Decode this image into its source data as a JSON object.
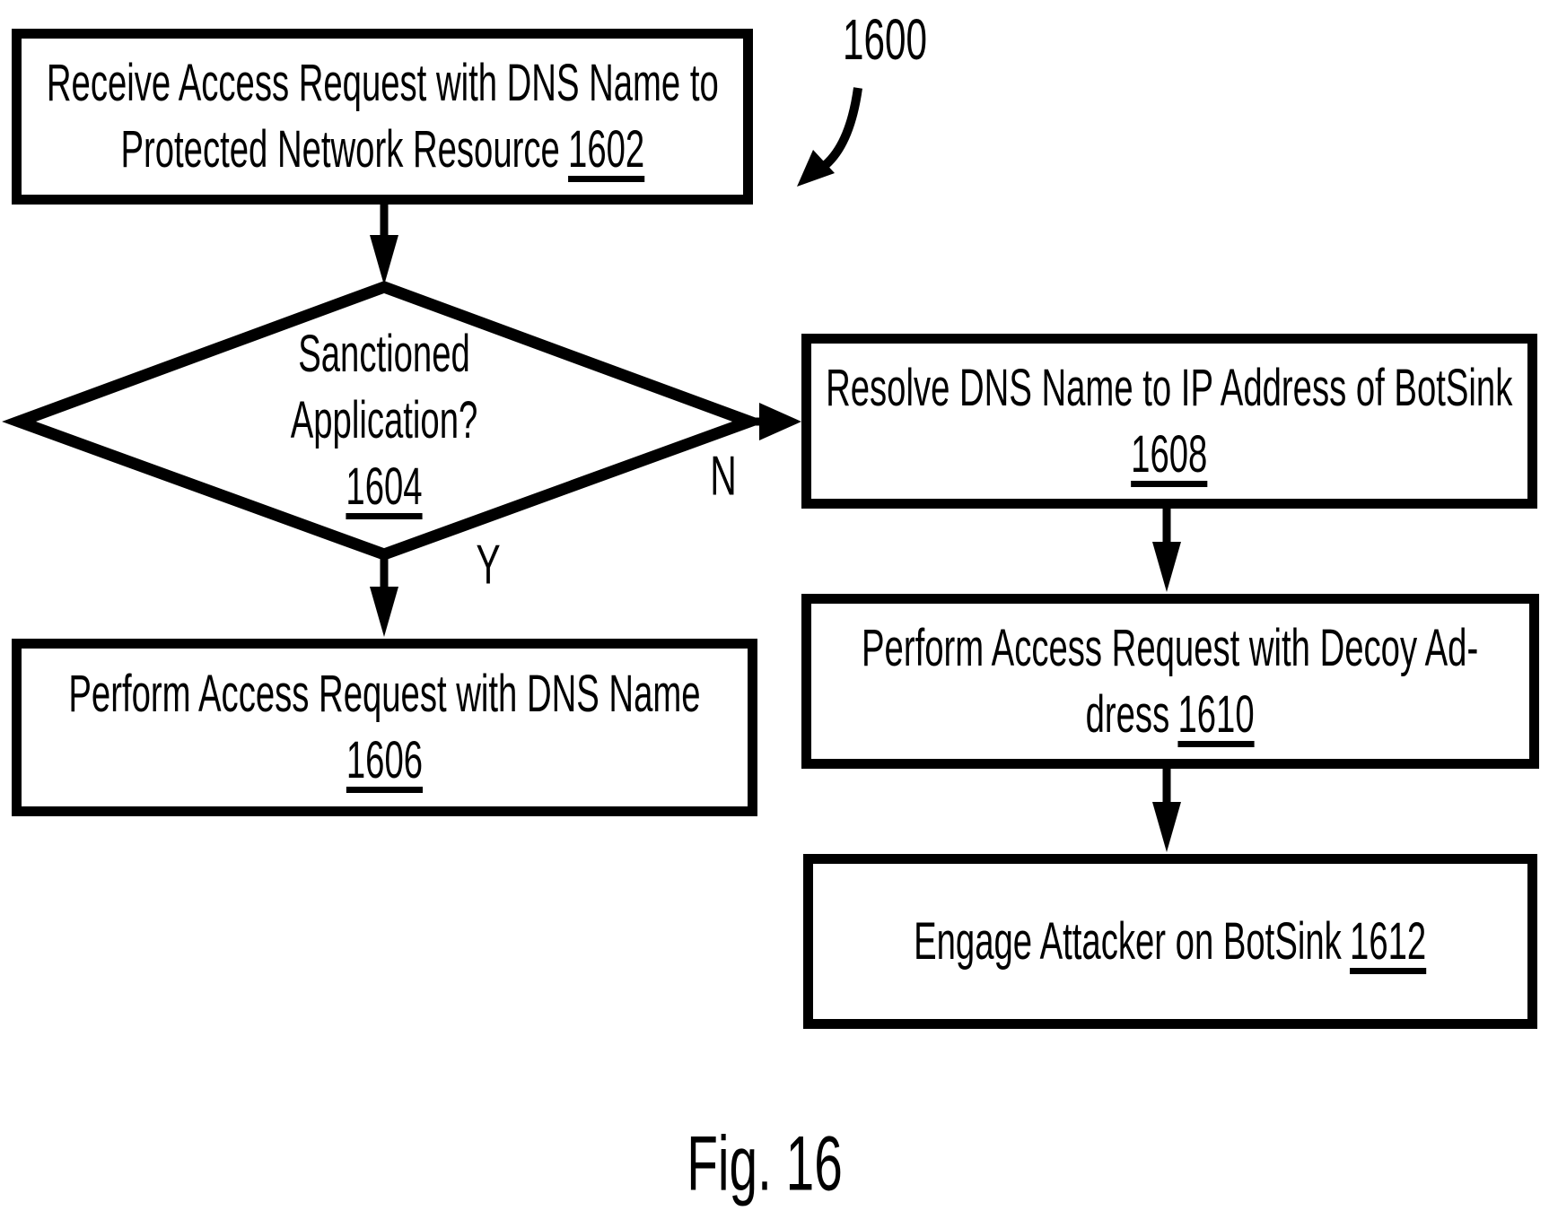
{
  "figure": {
    "ref_label": "1600",
    "caption": "Fig. 16"
  },
  "colors": {
    "ink": "#000000",
    "paper": "#ffffff"
  },
  "nodes": {
    "receive_request": {
      "line1": "Receive Access Request with DNS Name to",
      "line2": "Protected Network Resource",
      "ref": "1602"
    },
    "sanctioned_app": {
      "line1": "Sanctioned",
      "line2": "Application?",
      "ref": "1604"
    },
    "perform_dns": {
      "line1": "Perform Access Request with DNS Name",
      "ref": "1606"
    },
    "resolve_dns": {
      "line1": "Resolve DNS Name to IP Address of BotSink",
      "ref": "1608"
    },
    "perform_decoy": {
      "line1": "Perform Access Request with Decoy Ad-",
      "line2": "dress",
      "ref": "1610"
    },
    "engage_attacker": {
      "line1": "Engage Attacker on BotSink",
      "ref": "1612"
    }
  },
  "branches": {
    "no_label": "N",
    "yes_label": "Y"
  }
}
